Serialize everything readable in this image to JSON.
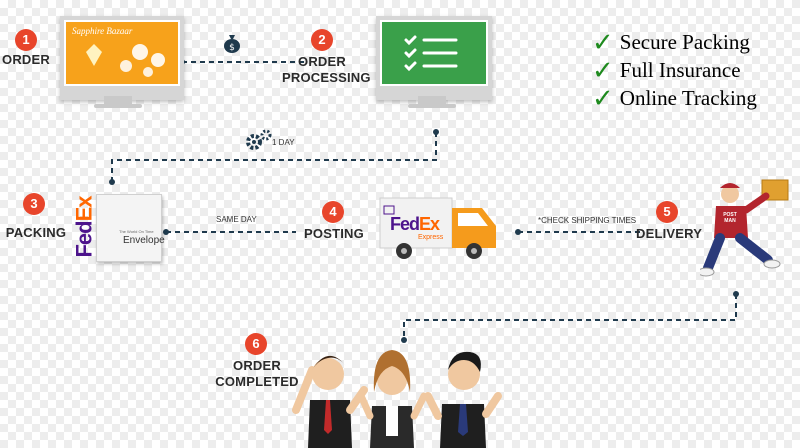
{
  "steps": [
    {
      "num": "1",
      "label": "ORDER"
    },
    {
      "num": "2",
      "label": "ORDER\nPROCESSING"
    },
    {
      "num": "3",
      "label": "PACKING"
    },
    {
      "num": "4",
      "label": "POSTING"
    },
    {
      "num": "5",
      "label": "DELIVERY"
    },
    {
      "num": "6",
      "label": "ORDER\nCOMPLETED"
    }
  ],
  "notes": {
    "one_day": "1 DAY",
    "same_day": "SAME DAY",
    "check_shipping": "*CHECK SHIPPING TIMES"
  },
  "features": [
    "Secure Packing",
    "Full Insurance",
    "Online Tracking"
  ],
  "check_glyph": "✓",
  "website_logo": "Sapphire Bazaar",
  "fedex": {
    "fed": "Fed",
    "ex": "Ex",
    "express": "Express"
  },
  "envelope": {
    "word": "Envelope",
    "tagline": "The World On Time"
  },
  "postman_cap": "POST MAN",
  "icons": [
    "money-bag-icon",
    "gears-icon",
    "checklist-icon",
    "checkmark-icon"
  ],
  "colors": {
    "badge": "#e8452b",
    "monitor_orange": "#f7a21b",
    "monitor_green": "#3aa04a",
    "fedex_purple": "#4d148c",
    "fedex_orange": "#ff6600",
    "truck": "#f59b1c"
  }
}
